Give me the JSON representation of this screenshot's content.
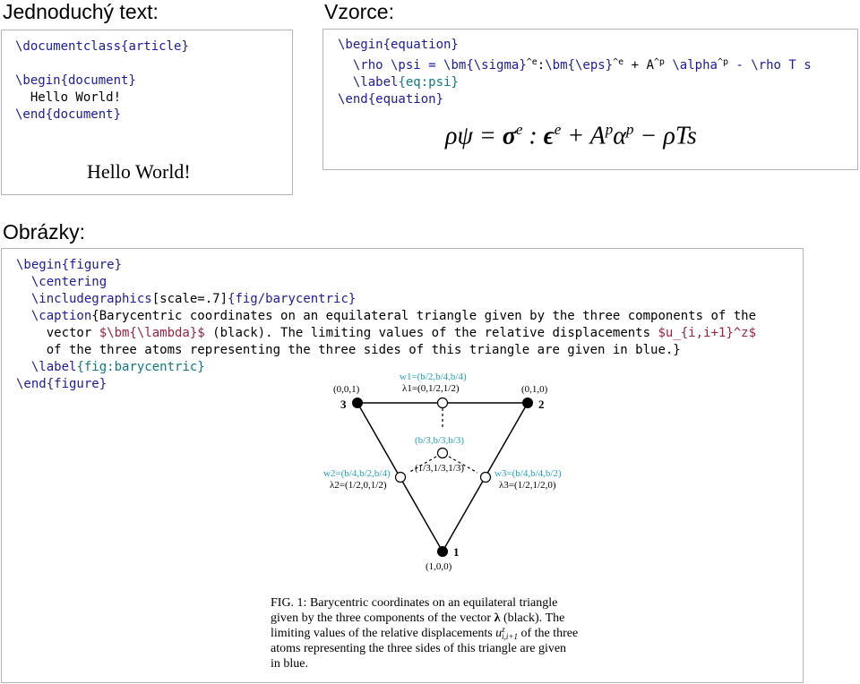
{
  "headings": {
    "simple": "Jednoduchý text:",
    "formulas": "Vzorce:",
    "images": "Obrázky:"
  },
  "simple_code": {
    "l1_cmd": "\\documentclass",
    "l1_arg": "{article}",
    "l3_cmd": "\\begin",
    "l3_arg": "{document}",
    "l4_text": "  Hello World!",
    "l5_cmd": "\\end",
    "l5_arg": "{document}"
  },
  "simple_output": "Hello World!",
  "formula_code": {
    "l1_cmd": "\\begin",
    "l1_arg": "{equation}",
    "l2_a": "  \\rho \\psi = ",
    "l2_bm1": "\\bm",
    "l2_sigma": "{\\sigma}",
    "l2_e1": "^e",
    "l2_colon": ":",
    "l2_bm2": "\\bm",
    "l2_eps": "{\\eps}",
    "l2_e2": "^e",
    "l2_b": " + A",
    "l2_p1": "^p",
    "l2_alpha": " \\alpha",
    "l2_p2": "^p",
    "l2_c": " - \\rho T s",
    "l3_cmd": "  \\label",
    "l3_arg": "{eq:psi}",
    "l4_cmd": "\\end",
    "l4_arg": "{equation}"
  },
  "formula_output": {
    "lhs": "ρψ = ",
    "sigma": "σ",
    "e1": "e",
    "colon": " : ",
    "eps": "ϵ",
    "e2": "e",
    "plus": " + A",
    "p1": "p",
    "alpha": "α",
    "p2": "p",
    "rest": " − ρTs"
  },
  "figure_code": {
    "l1_cmd": "\\begin",
    "l1_arg": "{figure}",
    "l2": "  \\centering",
    "l3_cmd": "  \\includegraphics",
    "l3_opt": "[scale=.7]",
    "l3_arg": "{fig/barycentric}",
    "l4_cmd": "  \\caption",
    "l4_text": "{Barycentric coordinates on an equilateral triangle given by the three components of the",
    "l5_a": "    vector ",
    "l5_math": "$\\bm{\\lambda}$",
    "l5_b": " (black). The limiting values of the relative displacements ",
    "l5_math2": "$u_{i,i+1}^z$",
    "l6": "    of the three atoms representing the three sides of this triangle are given in blue.}",
    "l7_cmd": "  \\label",
    "l7_arg": "{fig:barycentric}",
    "l8_cmd": "\\end",
    "l8_arg": "{figure}"
  },
  "diagram": {
    "node3_coord": "(0,0,1)",
    "node3_num": "3",
    "node2_coord": "(0,1,0)",
    "node2_num": "2",
    "node1_coord": "(1,0,0)",
    "node1_num": "1",
    "w1": "w1=(b/2,b/4,b/4)",
    "l1": "λ1=(0,1/2,1/2)",
    "center_w": "(b/3,b/3,b/3)",
    "center_l": "(1/3,1/3,1/3)",
    "w2": "w2=(b/4,b/2,b/4)",
    "l2": "λ2=(1/2,0,1/2)",
    "w3": "w3=(b/4,b/4,b/2)",
    "l3": "λ3=(1/2,1/2,0)",
    "blue": "#1fa3c8"
  },
  "fig_caption": {
    "line1": "FIG. 1: Barycentric coordinates on an equilateral triangle",
    "line2_a": "given by the three components of the vector ",
    "line2_lambda": "λ",
    "line2_b": " (black). The",
    "line3_a": "limiting values of the relative displacements ",
    "line3_u": "u",
    "line3_sup": "z",
    "line3_sub": "i,i+1",
    "line3_b": " of the three",
    "line4": "atoms representing the three sides of this triangle are given",
    "line5": "in blue."
  }
}
